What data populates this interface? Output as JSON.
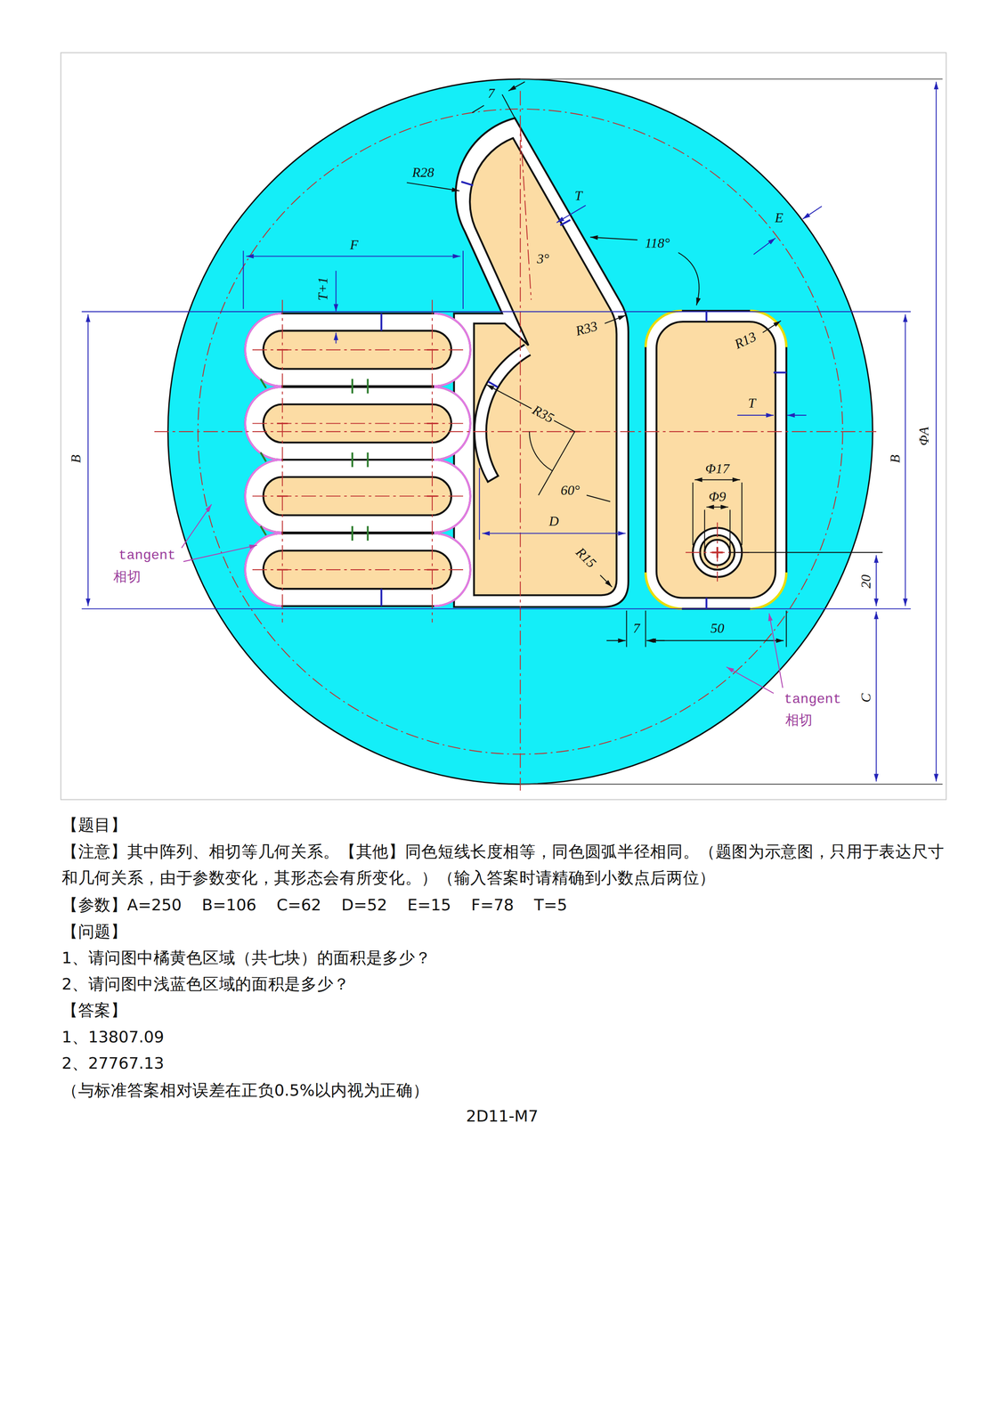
{
  "diagram": {
    "labels": [
      "7",
      "R28",
      "T",
      "118°",
      "E",
      "F",
      "T+1",
      "3°",
      "R33",
      "R13",
      "B",
      "R35",
      "T",
      "ΦA",
      "B",
      "Φ17",
      "Φ9",
      "60°",
      "D",
      "R15",
      "20",
      "tangent",
      "相切",
      "7",
      "50",
      "tangent",
      "相切",
      "C",
      "【题目】",
      "【注意】其中阵列、相切等几何关系。【其他】同色短线长度相等，同色圆弧半径相同。（题图为示意图，只用于表达尺寸和几何关系，由于参数变化，其形态会有所变化。）（输入答案时请精确到小数点后两位）",
      "【参数】A=250    B=106    C=62    D=52    E=15    F=78    T=5",
      "【问题】",
      "1、请问图中橘黄色区域（共七块）的面积是多少？",
      "2、请问图中浅蓝色区域的面积是多少？",
      "【答案】",
      "1、13807.09",
      "2、27767.13",
      "（与标准答案相对误差在正负0.5%以内视为正确）",
      "2D11-M7"
    ]
  }
}
